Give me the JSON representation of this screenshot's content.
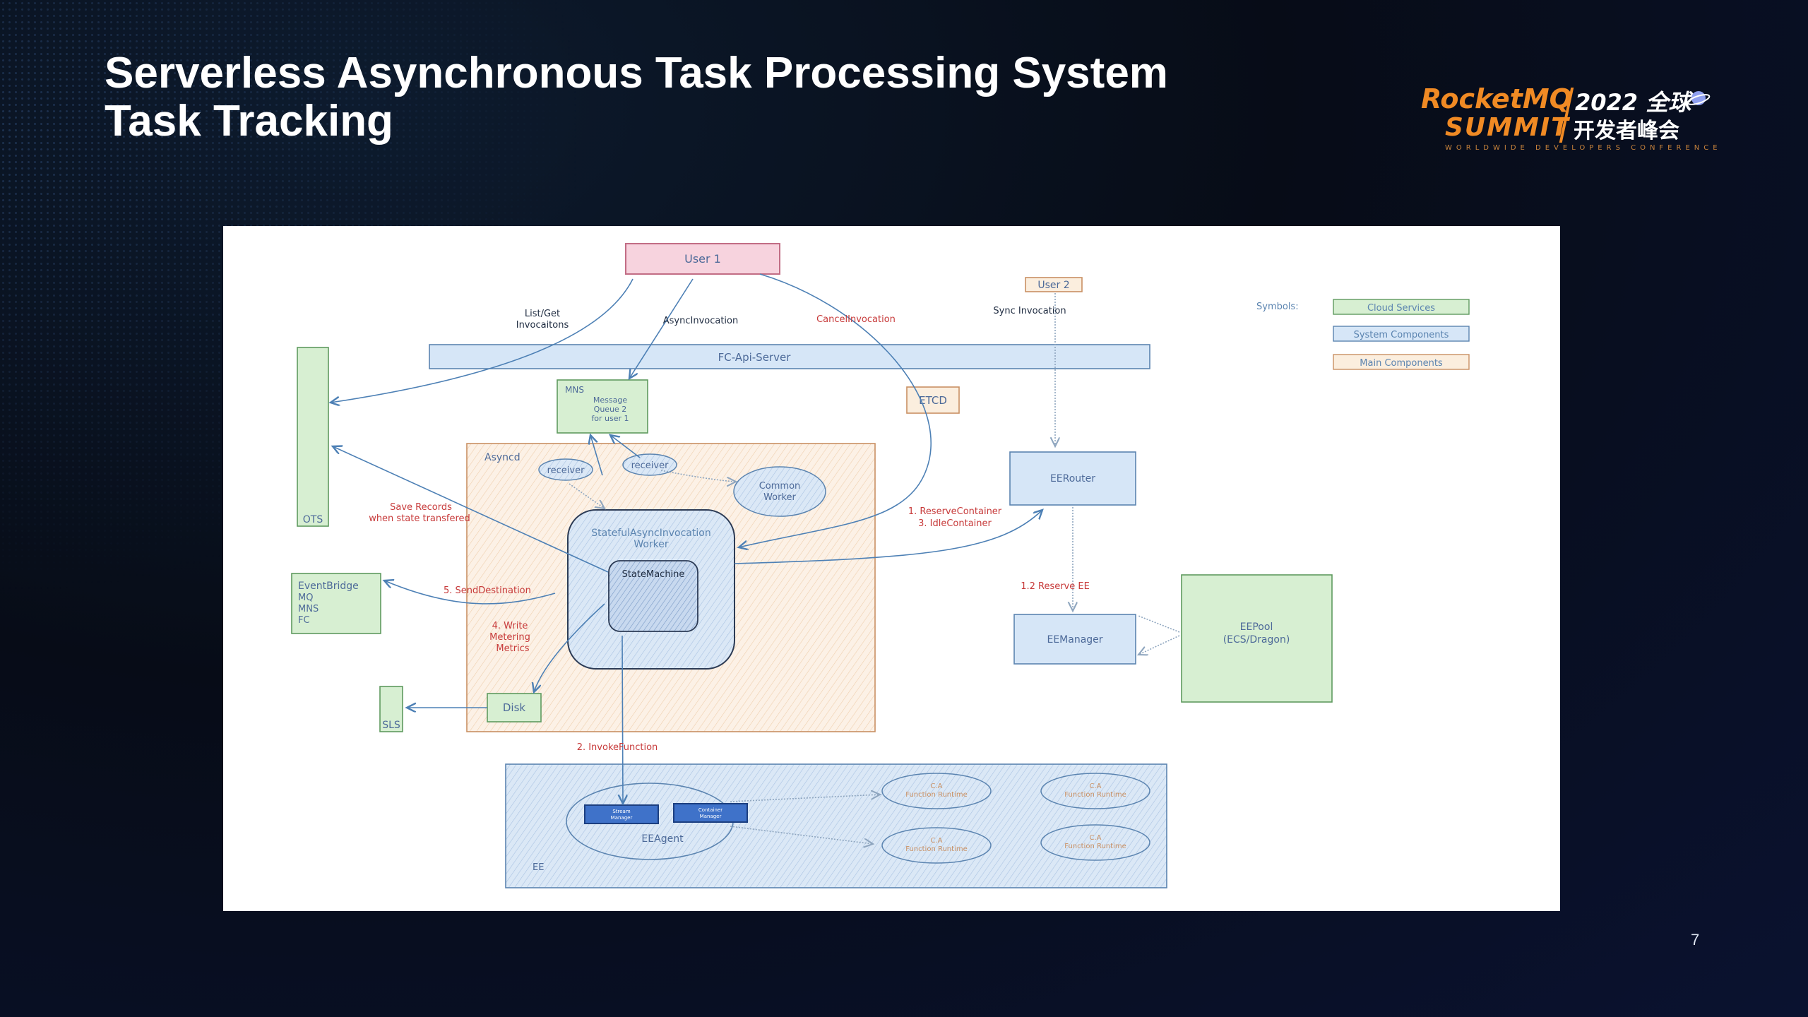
{
  "slide": {
    "title_line1": "Serverless Asynchronous Task Processing System",
    "title_line2": "Task Tracking",
    "page_number": "7"
  },
  "logo": {
    "brand_line1": "RocketMQ",
    "brand_line2": "SUMMIT",
    "year_text": "2022 全球",
    "cn_text": "开发者峰会",
    "tagline": "WORLDWIDE DEVELOPERS CONFERENCE"
  },
  "diagram": {
    "user1": "User 1",
    "user2": "User 2",
    "list_get_1": "List/Get",
    "list_get_2": "Invocaitons",
    "async_invocation": "AsyncInvocation",
    "cancel_invocation": "CancelInvocation",
    "sync_invocation": "Sync Invocation",
    "fc_api_server": "FC-Api-Server",
    "mns": "MNS",
    "mq_line1": "Message",
    "mq_line2": "Queue 2",
    "mq_line3": "for user 1",
    "etcd": "ETCD",
    "ots": "OTS",
    "asyncd": "Asyncd",
    "receiver1": "receiver",
    "receiver2": "receiver",
    "common_worker_1": "Common",
    "common_worker_2": "Worker",
    "worker_title_1": "StatefulAsyncInvocation",
    "worker_title_2": "Worker",
    "state_machine": "StateMachine",
    "save_records_1": "Save Records",
    "save_records_2": "when state transfered",
    "eventbridge_1": "EventBridge",
    "eventbridge_2": "MQ",
    "eventbridge_3": "MNS",
    "eventbridge_4": "FC",
    "send_destination": "5. SendDestination",
    "write_metering_1": "4. Write",
    "write_metering_2": "Metering",
    "write_metering_3": "Metrics",
    "disk": "Disk",
    "sls": "SLS",
    "ee_router": "EERouter",
    "reserve_container_1": "1. ReserveContainer",
    "reserve_container_2": "3. IdleContainer",
    "reserve_ee": "1.2 Reserve EE",
    "ee_manager": "EEManager",
    "ee_pool_1": "EEPool",
    "ee_pool_2": "(ECS/Dragon)",
    "invoke_function": "2. InvokeFunction",
    "stream_manager_1": "Stream",
    "stream_manager_2": "Manager",
    "container_manager_1": "Container",
    "container_manager_2": "Manager",
    "ee_agent": "EEAgent",
    "ee": "EE",
    "runtime_a_1": "C.A",
    "runtime_a_2": "Function Runtime",
    "runtime_b_1": "C.A",
    "runtime_b_2": "Function Runtime",
    "runtime_c_1": "C.A",
    "runtime_c_2": "Function Runtime",
    "runtime_d_1": "C.A",
    "runtime_d_2": "Function Runtime",
    "symbols": "Symbols:",
    "legend_cloud": "Cloud Services",
    "legend_system": "System Components",
    "legend_main": "Main Components"
  },
  "colors": {
    "cloud_fill": "#d7efd2",
    "cloud_stroke": "#5f9a5f",
    "system_fill": "#d6e6f7",
    "system_stroke": "#5b84b0",
    "main_fill": "#fbeede",
    "main_stroke": "#c99063",
    "user_fill": "#f7d3de",
    "arrow_blue": "#4d80b5",
    "label_red": "#c73a3a",
    "brand_orange": "#f08a24"
  }
}
